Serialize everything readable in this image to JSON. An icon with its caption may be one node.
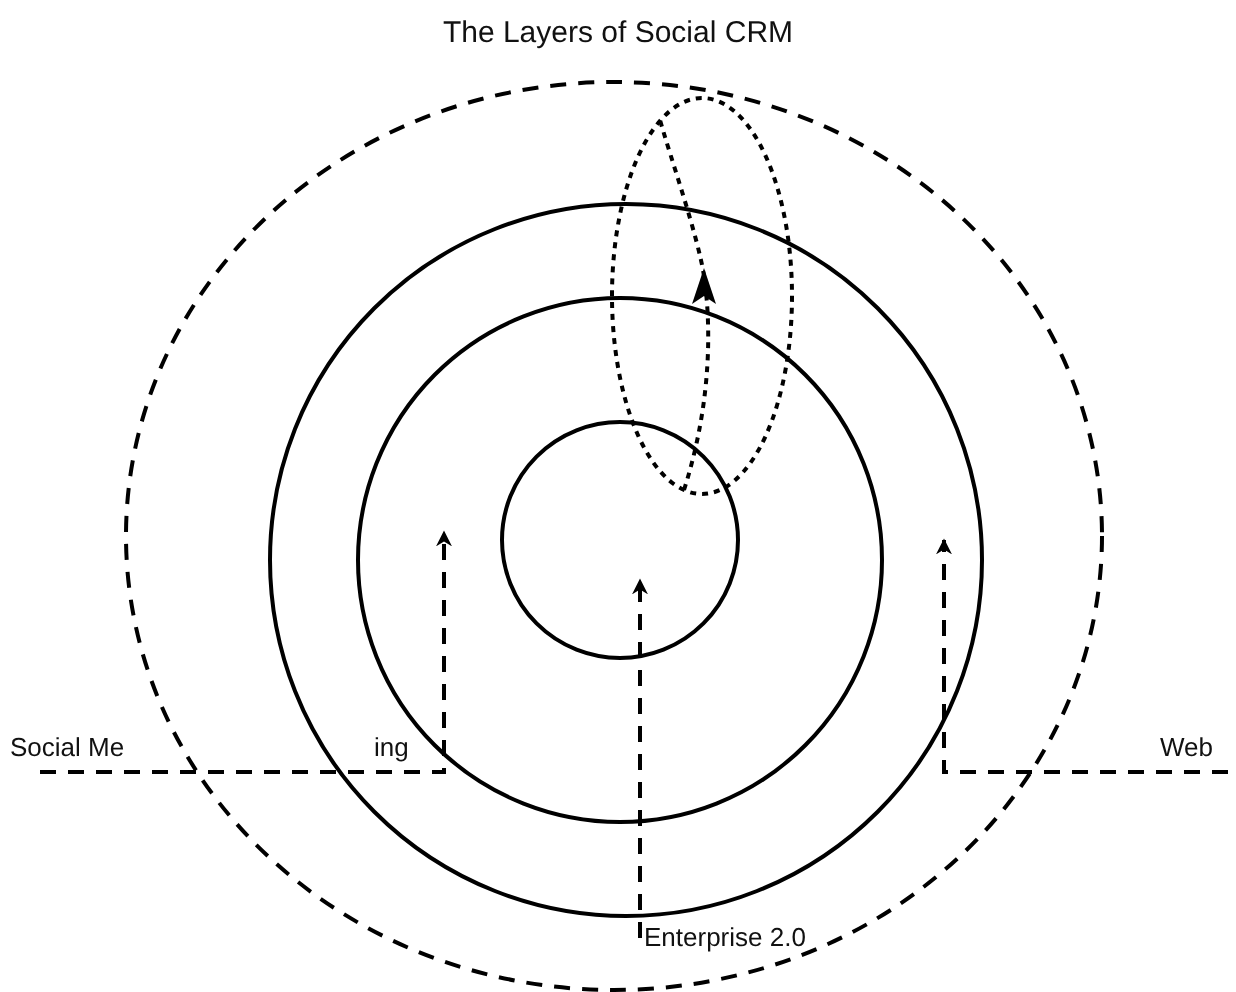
{
  "diagram": {
    "title": "The Layers of Social CRM",
    "nodes": [
      {
        "text": [
          "Social Me",
          "ing"
        ]
      },
      {
        "text": [
          "Web"
        ]
      },
      {
        "text": [
          "Enterprise 2.0"
        ],
        "in": 3
      },
      {
        "text": [],
        "shape": "circle"
      },
      {
        "text": [],
        "shape": "circle",
        "in": 3
      },
      {
        "text": [],
        "shape": "circle",
        "in": 4
      },
      {
        "text": [],
        "shape": "circle",
        "in": 5
      },
      {
        "text": [],
        "shape": "circle",
        "in": 3
      }
    ],
    "edges": [
      {
        "from": 0,
        "to": 5,
        "arrow": "to",
        "style": "dashed"
      },
      {
        "from": 1,
        "to": 4,
        "arrow": "to",
        "style": "dashed"
      },
      {
        "from": 2,
        "to": 6,
        "arrow": "to",
        "style": "dashed"
      }
    ]
  }
}
